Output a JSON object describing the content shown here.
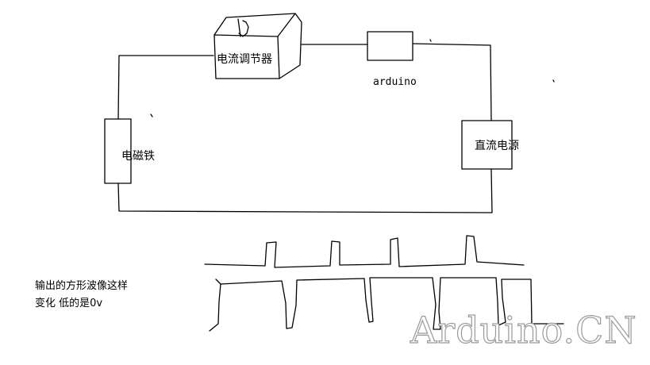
{
  "components": {
    "regulator": "电流调节器",
    "arduino": "arduino",
    "magnet": "电磁铁",
    "dc_power": "直流电源"
  },
  "note": {
    "line1": "输出的方形波像这样",
    "line2": "变化  低的是0v"
  },
  "watermark": "Arduino.CN"
}
